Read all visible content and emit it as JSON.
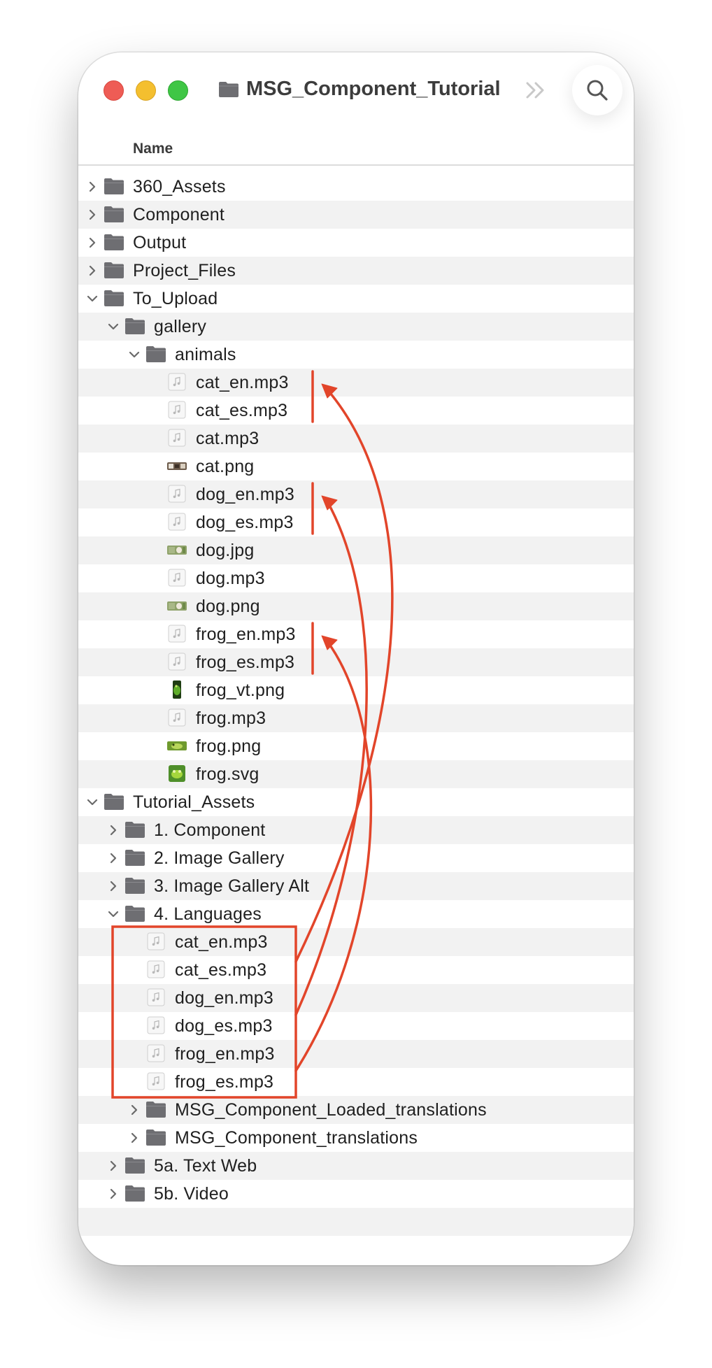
{
  "window": {
    "title": "MSG_Component_Tutorial"
  },
  "columns": {
    "name": "Name"
  },
  "icon_names": {
    "folder": "folder-icon",
    "audio": "audio-file-icon",
    "image": "image-file-icon",
    "disclosure_closed": "chevron-right-icon",
    "disclosure_open": "chevron-down-icon"
  },
  "annotation": {
    "color": "#e2452a"
  },
  "rows": [
    {
      "label": "360_Assets",
      "type": "folder",
      "level": 0,
      "expanded": false
    },
    {
      "label": "Component",
      "type": "folder",
      "level": 0,
      "expanded": false
    },
    {
      "label": "Output",
      "type": "folder",
      "level": 0,
      "expanded": false
    },
    {
      "label": "Project_Files",
      "type": "folder",
      "level": 0,
      "expanded": false
    },
    {
      "label": "To_Upload",
      "type": "folder",
      "level": 0,
      "expanded": true
    },
    {
      "label": "gallery",
      "type": "folder",
      "level": 1,
      "expanded": true
    },
    {
      "label": "animals",
      "type": "folder",
      "level": 2,
      "expanded": true
    },
    {
      "label": "cat_en.mp3",
      "type": "audio",
      "level": 3
    },
    {
      "label": "cat_es.mp3",
      "type": "audio",
      "level": 3
    },
    {
      "label": "cat.mp3",
      "type": "audio",
      "level": 3
    },
    {
      "label": "cat.png",
      "type": "image",
      "thumb": "cat",
      "level": 3
    },
    {
      "label": "dog_en.mp3",
      "type": "audio",
      "level": 3
    },
    {
      "label": "dog_es.mp3",
      "type": "audio",
      "level": 3
    },
    {
      "label": "dog.jpg",
      "type": "image",
      "thumb": "dog",
      "level": 3
    },
    {
      "label": "dog.mp3",
      "type": "audio",
      "level": 3
    },
    {
      "label": "dog.png",
      "type": "image",
      "thumb": "dog",
      "level": 3
    },
    {
      "label": "frog_en.mp3",
      "type": "audio",
      "level": 3
    },
    {
      "label": "frog_es.mp3",
      "type": "audio",
      "level": 3
    },
    {
      "label": "frog_vt.png",
      "type": "image",
      "thumb": "frog-vertical",
      "level": 3
    },
    {
      "label": "frog.mp3",
      "type": "audio",
      "level": 3
    },
    {
      "label": "frog.png",
      "type": "image",
      "thumb": "frog",
      "level": 3
    },
    {
      "label": "frog.svg",
      "type": "image",
      "thumb": "frog-square",
      "level": 3
    },
    {
      "label": "Tutorial_Assets",
      "type": "folder",
      "level": 0,
      "expanded": true
    },
    {
      "label": "1. Component",
      "type": "folder",
      "level": 1,
      "expanded": false
    },
    {
      "label": "2. Image Gallery",
      "type": "folder",
      "level": 1,
      "expanded": false
    },
    {
      "label": "3. Image Gallery Alt",
      "type": "folder",
      "level": 1,
      "expanded": false
    },
    {
      "label": "4. Languages",
      "type": "folder",
      "level": 1,
      "expanded": true
    },
    {
      "label": "cat_en.mp3",
      "type": "audio",
      "level": 2
    },
    {
      "label": "cat_es.mp3",
      "type": "audio",
      "level": 2
    },
    {
      "label": "dog_en.mp3",
      "type": "audio",
      "level": 2
    },
    {
      "label": "dog_es.mp3",
      "type": "audio",
      "level": 2
    },
    {
      "label": "frog_en.mp3",
      "type": "audio",
      "level": 2
    },
    {
      "label": "frog_es.mp3",
      "type": "audio",
      "level": 2
    },
    {
      "label": "MSG_Component_Loaded_translations",
      "type": "folder",
      "level": 2,
      "expanded": false
    },
    {
      "label": "MSG_Component_translations",
      "type": "folder",
      "level": 2,
      "expanded": false
    },
    {
      "label": "5a. Text Web",
      "type": "folder",
      "level": 1,
      "expanded": false
    },
    {
      "label": "5b. Video",
      "type": "folder",
      "level": 1,
      "expanded": false
    },
    {
      "label": "",
      "type": "empty",
      "level": 0
    }
  ]
}
